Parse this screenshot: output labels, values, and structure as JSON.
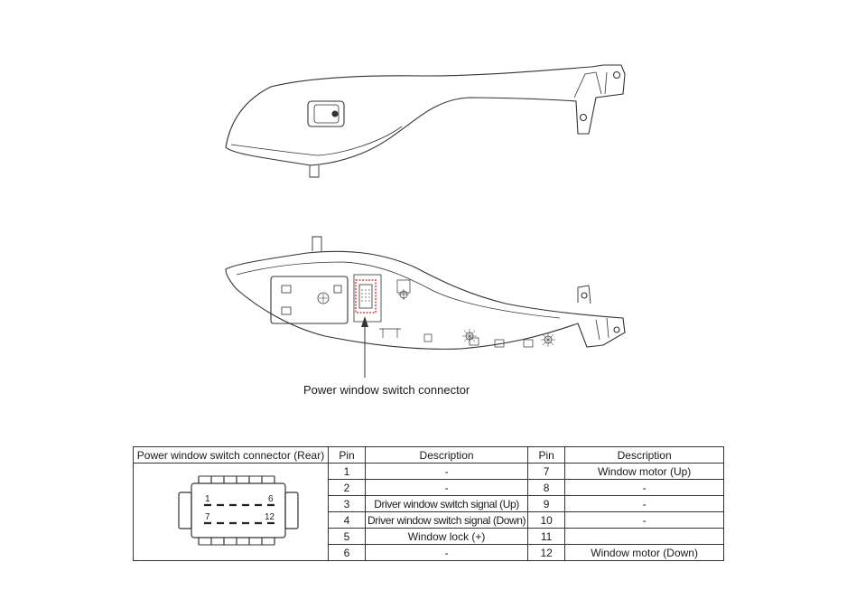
{
  "diagram": {
    "callout_label": "Power window switch connector"
  },
  "pin_table": {
    "headers": [
      "Power window switch connector (Rear)",
      "Pin",
      "Description",
      "Pin",
      "Description"
    ],
    "connector_labels": {
      "first_top": "1",
      "last_top": "6",
      "first_bottom": "7",
      "last_bottom": "12"
    },
    "rows": [
      {
        "pin_a": "1",
        "desc_a": "-",
        "pin_b": "7",
        "desc_b": "Window motor (Up)"
      },
      {
        "pin_a": "2",
        "desc_a": "-",
        "pin_b": "8",
        "desc_b": "-"
      },
      {
        "pin_a": "3",
        "desc_a": "Driver window switch signal (Up)",
        "pin_b": "9",
        "desc_b": "-"
      },
      {
        "pin_a": "4",
        "desc_a": "Driver window switch signal (Down)",
        "pin_b": "10",
        "desc_b": "-"
      },
      {
        "pin_a": "5",
        "desc_a": "Window lock (+)",
        "pin_b": "11",
        "desc_b": ""
      },
      {
        "pin_a": "6",
        "desc_a": "-",
        "pin_b": "12",
        "desc_b": "Window motor (Down)"
      }
    ]
  },
  "colors": {
    "line": "#333333",
    "highlight": "#d0202a"
  }
}
